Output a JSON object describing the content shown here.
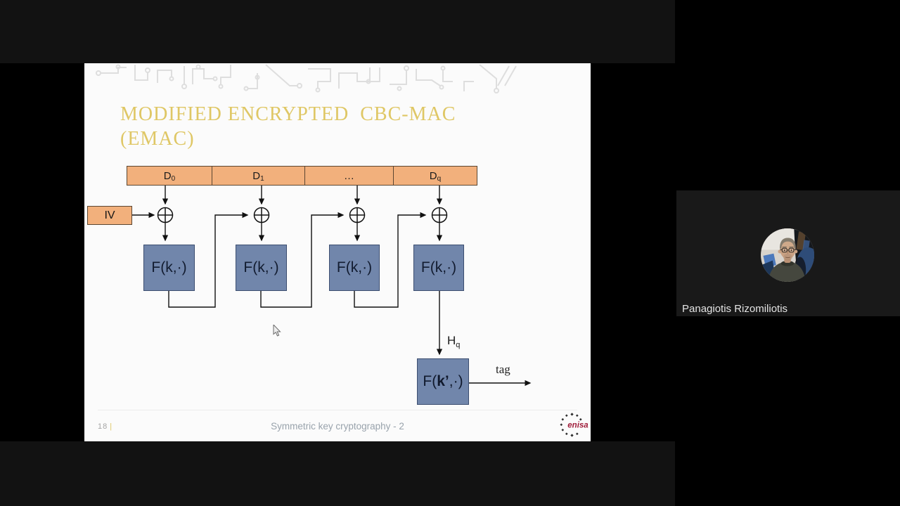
{
  "slide": {
    "title_line1": "MODIFIED ENCRYPTED  CBC-MAC",
    "title_line2": "(EMAC)",
    "diagram": {
      "d_row_cells": [
        {
          "base": "D",
          "sub": "0"
        },
        {
          "base": "D",
          "sub": "1"
        },
        {
          "base": "…",
          "sub": ""
        },
        {
          "base": "D",
          "sub": "q"
        }
      ],
      "iv_label": "IV",
      "f_boxes": [
        "F(k,·)",
        "F(k,·)",
        "F(k,·)",
        "F(k,·)"
      ],
      "hq_label": {
        "base": "H",
        "sub": "q"
      },
      "final_box": {
        "pre": "F(",
        "key": "k’",
        "post": ",·)"
      },
      "tag_label": "tag"
    },
    "footer": {
      "page_number": "18",
      "page_sep": "|",
      "center_text": "Symmetric key cryptography - 2",
      "logo_text": "enisa"
    }
  },
  "participant": {
    "name": "Panagiotis Rizomiliotis"
  },
  "colors": {
    "title_gold": "#dfc765",
    "box_orange": "#f2b07c",
    "box_blue": "#7186ab",
    "logo_red": "#a01f3c",
    "footer_gray": "#99a3ac",
    "strip_bg": "#121212",
    "tile_bg": "#191919",
    "name_white": "#e4e4e4"
  }
}
